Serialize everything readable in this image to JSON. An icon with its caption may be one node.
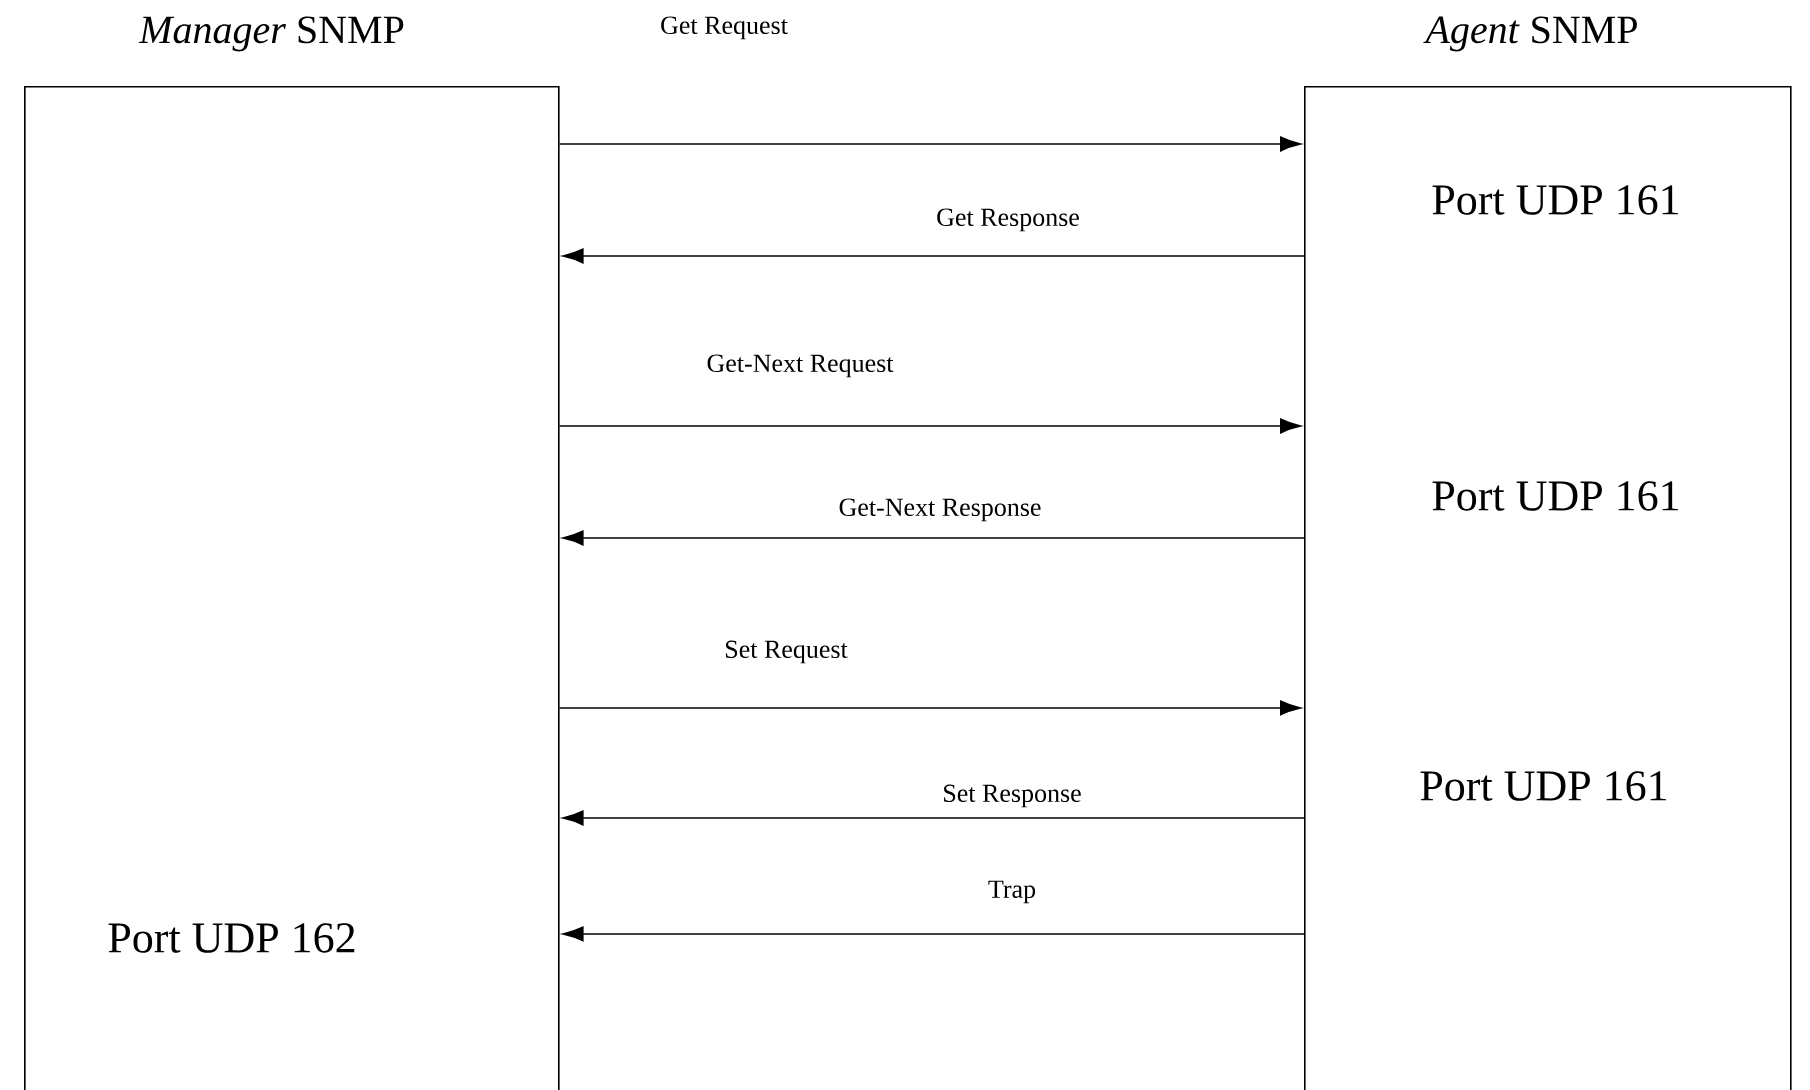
{
  "diagram": {
    "nodes": [
      {
        "text": [
          "*Manager* SNMP",
          "Port UDP 162"
        ]
      },
      {
        "text": [
          "*Agent* SNMP",
          "Port UDP 161",
          "Port UDP 161",
          "Port UDP 161"
        ]
      }
    ],
    "edges": [
      {
        "from": 0,
        "to": 1,
        "arrow": "to",
        "label": "Get Request"
      },
      {
        "from": 1,
        "to": 0,
        "arrow": "to",
        "label": "Get Response"
      },
      {
        "from": 0,
        "to": 1,
        "arrow": "to",
        "label": "Get-Next Request"
      },
      {
        "from": 1,
        "to": 0,
        "arrow": "to",
        "label": "Get-Next Response"
      },
      {
        "from": 0,
        "to": 1,
        "arrow": "to",
        "label": "Set Request"
      },
      {
        "from": 1,
        "to": 0,
        "arrow": "to",
        "label": "Set Response"
      },
      {
        "from": 1,
        "to": 0,
        "arrow": "to",
        "label": "Trap"
      }
    ]
  }
}
